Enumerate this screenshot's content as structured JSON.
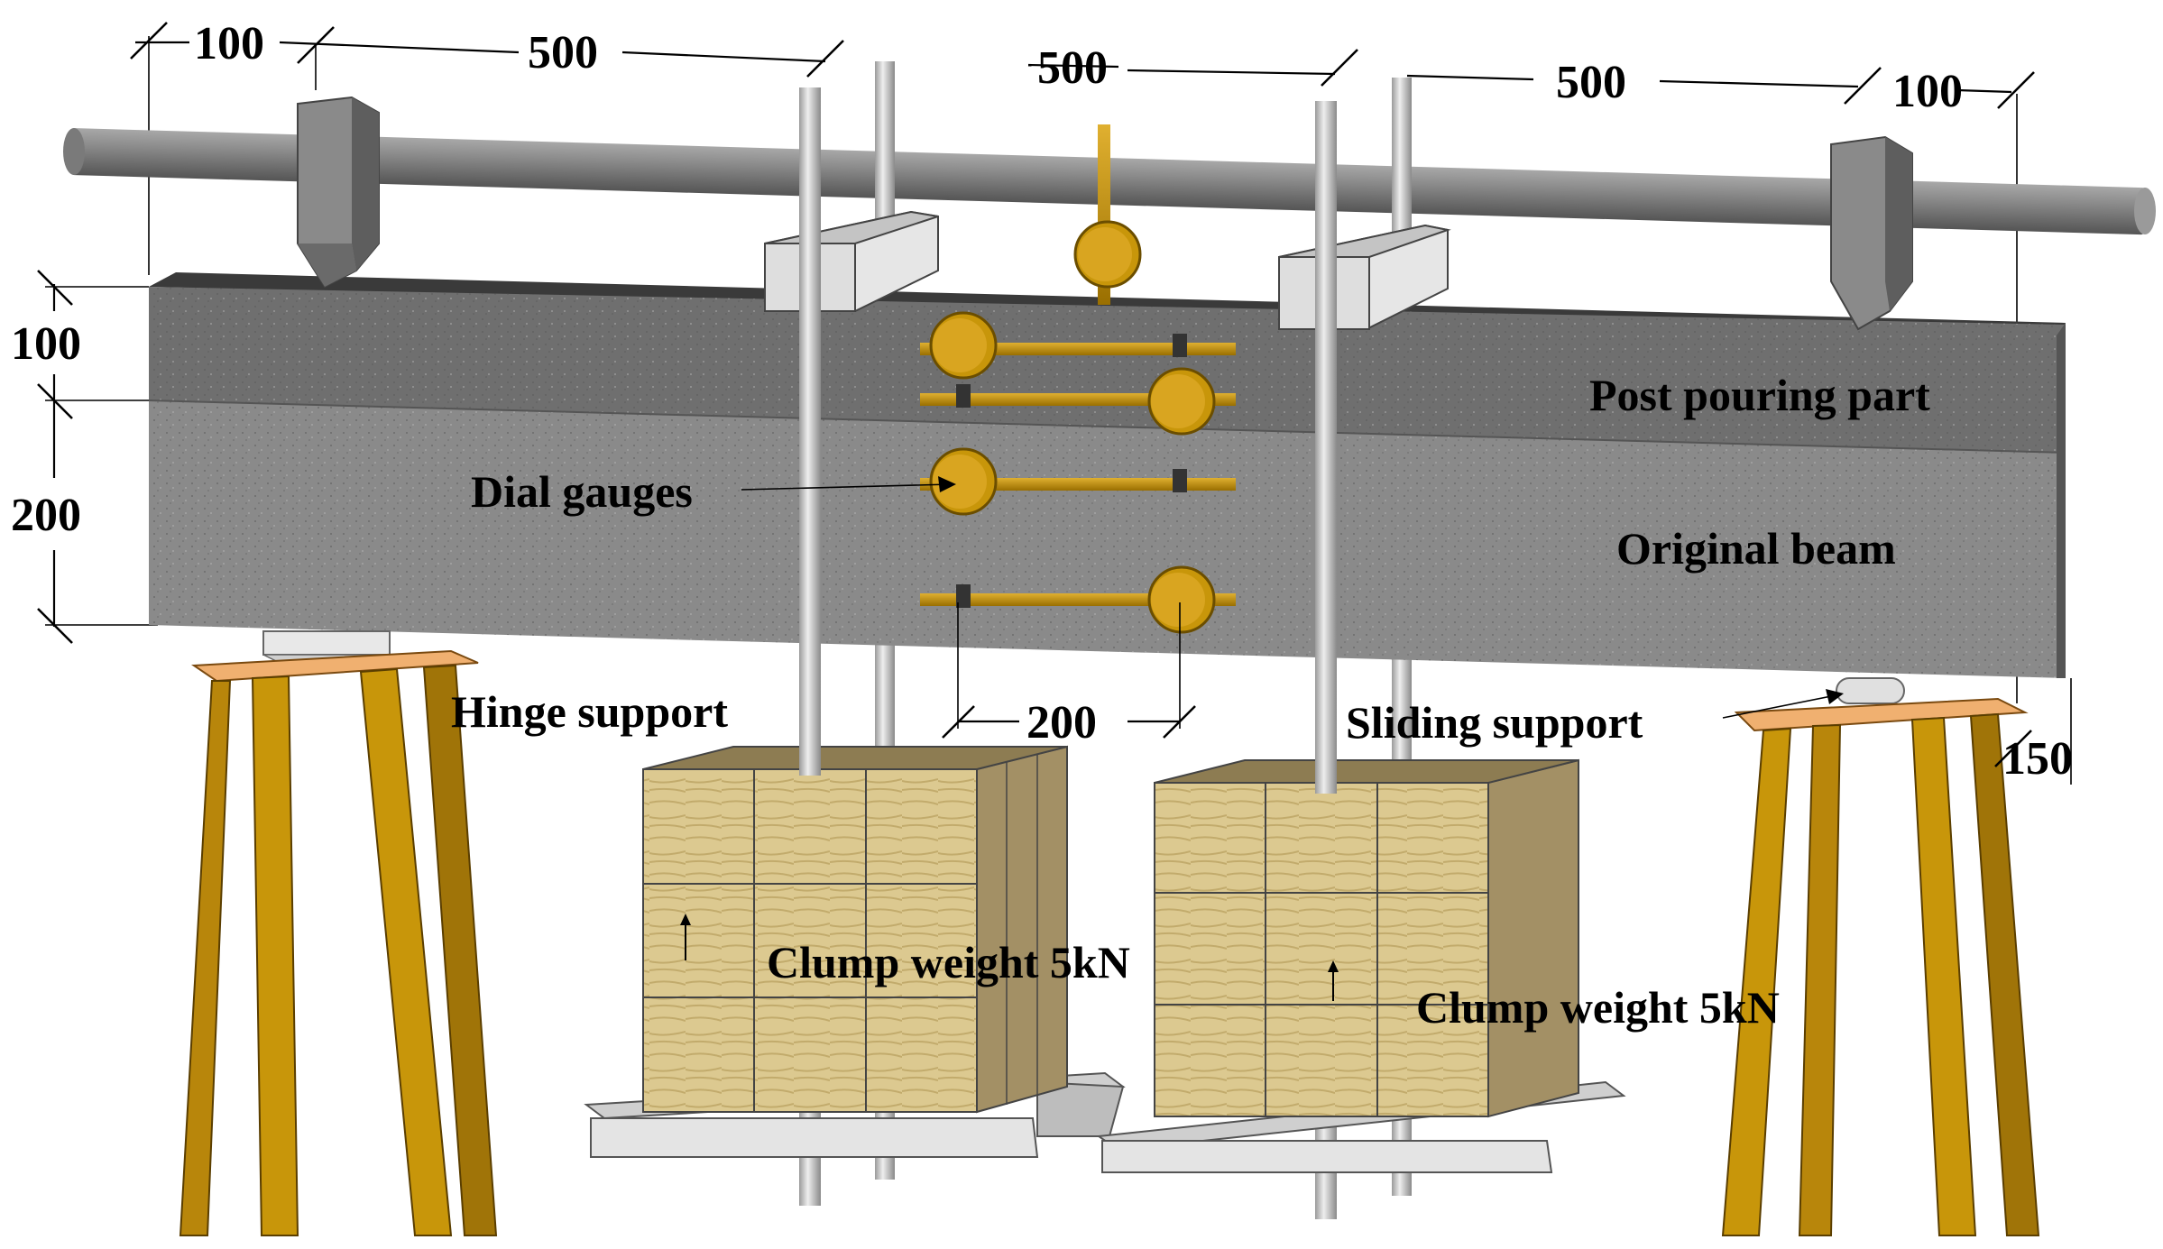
{
  "dimensions": {
    "top_left_overhang": "100",
    "span_1": "500",
    "span_2": "500",
    "span_3": "500",
    "top_right_overhang": "100",
    "post_pouring_depth": "100",
    "original_depth": "200",
    "gauge_spacing": "200",
    "support_offset": "150"
  },
  "labels": {
    "post_pouring_part": "Post pouring part",
    "original_beam": "Original beam",
    "dial_gauges": "Dial gauges",
    "hinge_support": "Hinge support",
    "sliding_support": "Sliding support",
    "clump_weight_left": "Clump weight 5kN",
    "clump_weight_right": "Clump weight 5kN"
  },
  "colors": {
    "concrete_post": "#6f6f6f",
    "concrete_original": "#8a8a8a",
    "gauge_brass": "#c8960a",
    "stand_wood": "#b8860b",
    "weight_block": "#d8c48a",
    "steel": "#c9c9c9"
  }
}
